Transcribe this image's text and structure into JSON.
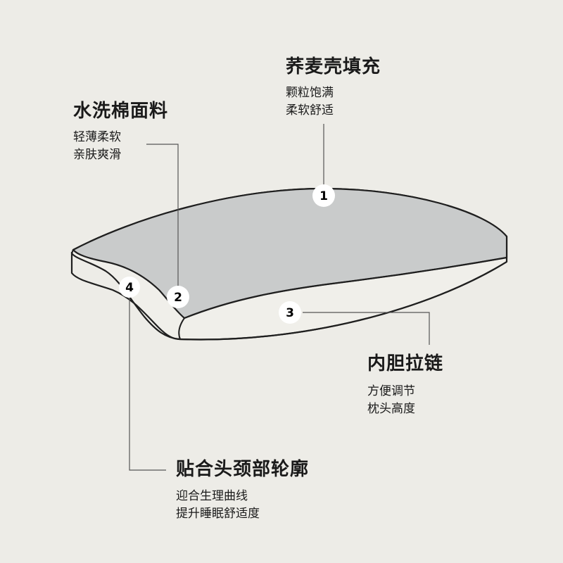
{
  "callouts": [
    {
      "number": "1",
      "title": "荞麦壳填充",
      "lines": [
        "颗粒饱满",
        "柔软舒适"
      ]
    },
    {
      "number": "2",
      "title": "水洗棉面料",
      "lines": [
        "轻薄柔软",
        "亲肤爽滑"
      ]
    },
    {
      "number": "3",
      "title": "内胆拉链",
      "lines": [
        "方便调节",
        "枕头高度"
      ]
    },
    {
      "number": "4",
      "title": "贴合头颈部轮廓",
      "lines": [
        "迎合生理曲线",
        "提升睡眠舒适度"
      ]
    }
  ],
  "colors": {
    "background": "#edece7",
    "pillow_top": "#c9cbcb",
    "pillow_side": "#f0efea",
    "outline": "#1f1f1f",
    "leader_line": "#555555"
  }
}
